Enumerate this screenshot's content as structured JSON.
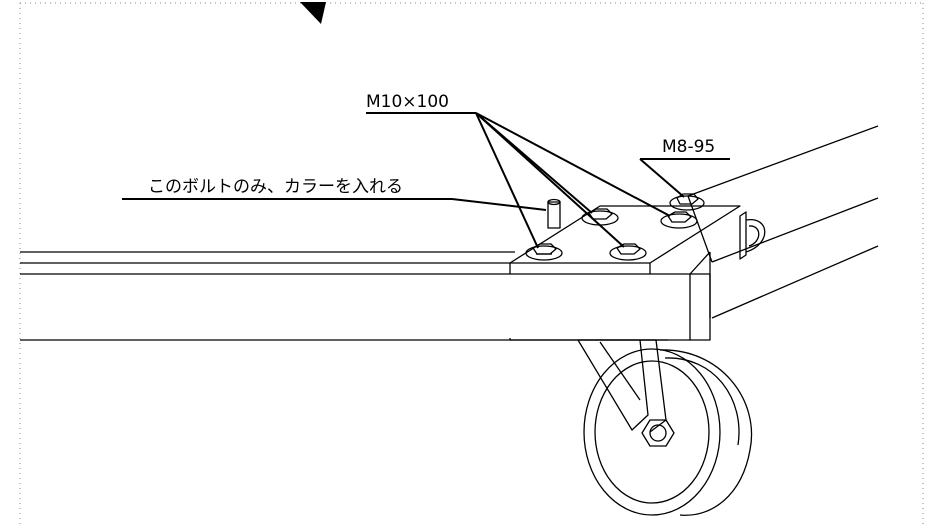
{
  "labels": {
    "bolt_spec": "M10×100",
    "bolt_spec_small": "M8-95",
    "collar_note": "このボルトのみ、カラーを入れる"
  },
  "colors": {
    "line": "#000000",
    "background": "#ffffff",
    "frame_dots": "#8a8a8a"
  }
}
